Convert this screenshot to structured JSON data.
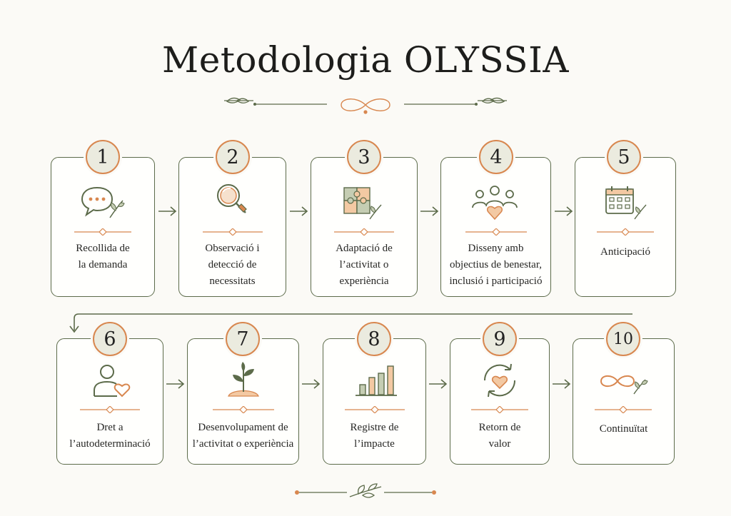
{
  "title": "Metodologia OLYSSIA",
  "colors": {
    "green": "#5c6b4a",
    "orange": "#d8874f",
    "badge_bg": "#ebebdf",
    "light_green": "#c5cdb3",
    "light_orange": "#f3c9a3"
  },
  "steps": [
    {
      "number": "1",
      "icon": "speech-bubble-leaf-icon",
      "lines": [
        "Recollida de",
        "la demanda"
      ]
    },
    {
      "number": "2",
      "icon": "magnifying-glass-icon",
      "lines": [
        "Observació i",
        "detecció de",
        "necessitats"
      ]
    },
    {
      "number": "3",
      "icon": "puzzle-pieces-icon",
      "lines": [
        "Adaptació de",
        "l’activitat o",
        "experiència"
      ]
    },
    {
      "number": "4",
      "icon": "people-heart-icon",
      "lines": [
        "Disseny amb",
        "objectius de benestar,",
        "inclusió i participació"
      ]
    },
    {
      "number": "5",
      "icon": "calendar-icon",
      "lines": [
        "Anticipació"
      ]
    },
    {
      "number": "6",
      "icon": "person-heart-icon",
      "lines": [
        "Dret a",
        "l’autodeterminació"
      ]
    },
    {
      "number": "7",
      "icon": "sprout-icon",
      "lines": [
        "Desenvolupament de",
        "l’activitat o experiència"
      ]
    },
    {
      "number": "8",
      "icon": "bar-chart-icon",
      "lines": [
        "Registre de",
        "l’impacte"
      ]
    },
    {
      "number": "9",
      "icon": "heart-cycle-icon",
      "lines": [
        "Retorn de",
        "valor"
      ]
    },
    {
      "number": "10",
      "icon": "infinity-leaf-icon",
      "lines": [
        "Continuïtat"
      ]
    }
  ]
}
